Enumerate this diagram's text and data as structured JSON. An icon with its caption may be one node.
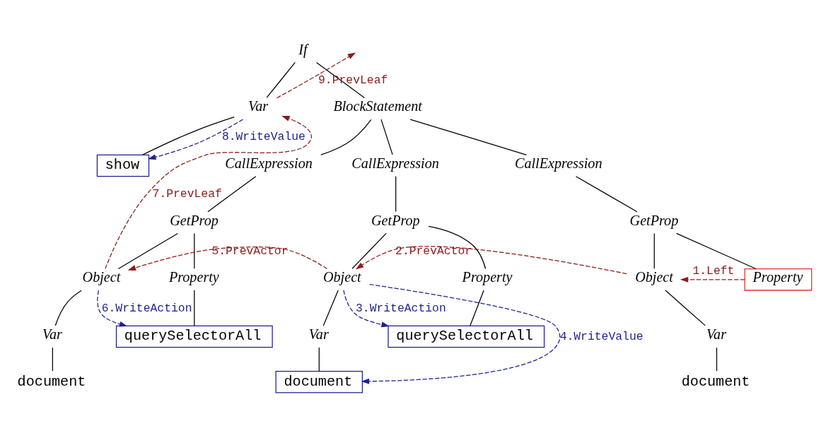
{
  "diagram": {
    "nodes": [
      {
        "text": [
          "If"
        ]
      },
      {
        "text": [
          "Var"
        ]
      },
      {
        "text": [
          "show"
        ]
      },
      {
        "text": [
          "BlockStatement"
        ]
      },
      {
        "text": [
          "CallExpression"
        ]
      },
      {
        "text": [
          "CallExpression"
        ]
      },
      {
        "text": [
          "CallExpression"
        ]
      },
      {
        "text": [
          "GetProp"
        ]
      },
      {
        "text": [
          "GetProp"
        ]
      },
      {
        "text": [
          "GetProp"
        ]
      },
      {
        "text": [
          "Object"
        ]
      },
      {
        "text": [
          "Property"
        ]
      },
      {
        "text": [
          "Object"
        ]
      },
      {
        "text": [
          "Property"
        ]
      },
      {
        "text": [
          "Object"
        ]
      },
      {
        "text": [
          "Property"
        ]
      },
      {
        "text": [
          "Var"
        ]
      },
      {
        "text": [
          "querySelectorAll"
        ]
      },
      {
        "text": [
          "Var"
        ]
      },
      {
        "text": [
          "querySelectorAll"
        ]
      },
      {
        "text": [
          "Var"
        ]
      },
      {
        "text": [
          "document"
        ]
      },
      {
        "text": [
          "document"
        ]
      },
      {
        "text": [
          "document"
        ]
      }
    ],
    "edges": [
      {
        "from": 0,
        "to": 1,
        "arrow": "none"
      },
      {
        "from": 0,
        "to": 3,
        "arrow": "none"
      },
      {
        "from": 1,
        "to": 2,
        "arrow": "none"
      },
      {
        "from": 3,
        "to": 4,
        "arrow": "none"
      },
      {
        "from": 3,
        "to": 5,
        "arrow": "none"
      },
      {
        "from": 3,
        "to": 6,
        "arrow": "none"
      },
      {
        "from": 4,
        "to": 7,
        "arrow": "none"
      },
      {
        "from": 5,
        "to": 8,
        "arrow": "none"
      },
      {
        "from": 6,
        "to": 9,
        "arrow": "none"
      },
      {
        "from": 7,
        "to": 10,
        "arrow": "none"
      },
      {
        "from": 7,
        "to": 11,
        "arrow": "none"
      },
      {
        "from": 8,
        "to": 12,
        "arrow": "none"
      },
      {
        "from": 8,
        "to": 13,
        "arrow": "none"
      },
      {
        "from": 9,
        "to": 14,
        "arrow": "none"
      },
      {
        "from": 9,
        "to": 15,
        "arrow": "none"
      },
      {
        "from": 10,
        "to": 16,
        "arrow": "none"
      },
      {
        "from": 11,
        "to": 17,
        "arrow": "none"
      },
      {
        "from": 12,
        "to": 18,
        "arrow": "none"
      },
      {
        "from": 13,
        "to": 19,
        "arrow": "none"
      },
      {
        "from": 14,
        "to": 20,
        "arrow": "none"
      },
      {
        "from": 16,
        "to": 21,
        "arrow": "none"
      },
      {
        "from": 18,
        "to": 22,
        "arrow": "none"
      },
      {
        "from": 20,
        "to": 23,
        "arrow": "none"
      },
      {
        "from": 15,
        "to": 14,
        "arrow": "to",
        "label": "1.Left",
        "style": "dashed",
        "color": "#8b1a1a"
      },
      {
        "from": 14,
        "to": 12,
        "arrow": "to",
        "label": "2.PrevActor",
        "style": "dashed",
        "color": "#8b1a1a"
      },
      {
        "from": 12,
        "to": 19,
        "arrow": "to",
        "label": "3.WriteAction",
        "style": "dashed",
        "color": "#1f1f8f"
      },
      {
        "from": 12,
        "to": 22,
        "arrow": "to",
        "label": "4.WriteValue",
        "style": "dashed",
        "color": "#1f1f8f"
      },
      {
        "from": 12,
        "to": 10,
        "arrow": "to",
        "label": "5.PrevActor",
        "style": "dashed",
        "color": "#8b1a1a"
      },
      {
        "from": 10,
        "to": 17,
        "arrow": "to",
        "label": "6.WriteAction",
        "style": "dashed",
        "color": "#1f1f8f"
      },
      {
        "from": 10,
        "to": 1,
        "arrow": "to",
        "label": "7.PrevLeaf",
        "style": "dashed",
        "color": "#8b1a1a"
      },
      {
        "from": 1,
        "to": 2,
        "arrow": "to",
        "label": "8.WriteValue",
        "style": "dashed",
        "color": "#1f1f8f"
      },
      {
        "from": 1,
        "to": null,
        "arrow": "to",
        "label": "9.PrevLeaf",
        "style": "dashed",
        "color": "#8b1a1a"
      }
    ]
  }
}
